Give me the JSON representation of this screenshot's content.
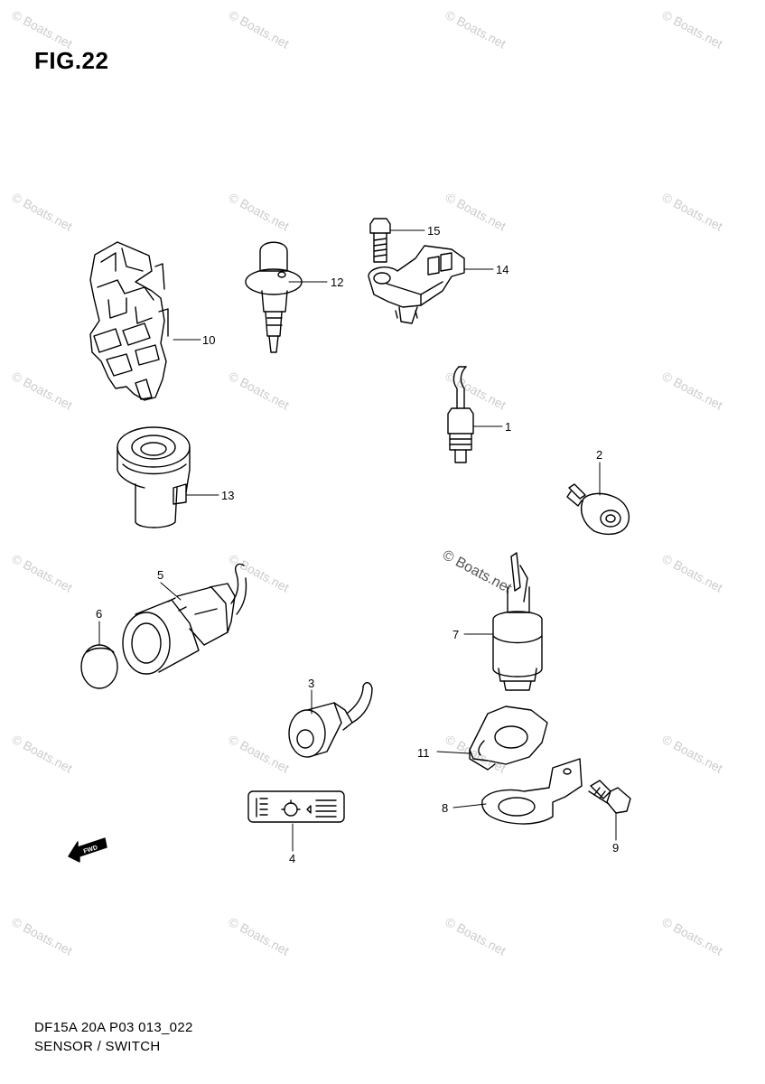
{
  "title": "FIG.22",
  "footer": {
    "code": "DF15A 20A P03 013_022",
    "description": "SENSOR / SWITCH"
  },
  "watermark": "© Boats.net",
  "callouts": {
    "c1": "1",
    "c2": "2",
    "c3": "3",
    "c4": "4",
    "c5": "5",
    "c6": "6",
    "c7": "7",
    "c8": "8",
    "c9": "9",
    "c10": "10",
    "c11": "11",
    "c12": "12",
    "c13": "13",
    "c14": "14",
    "c15": "15"
  },
  "fwd_label": "FWD"
}
